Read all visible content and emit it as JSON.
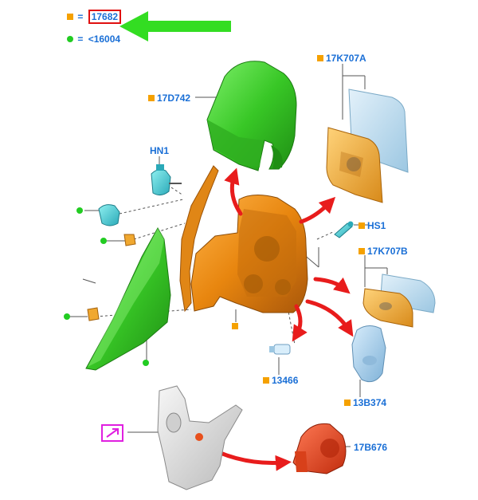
{
  "legend": {
    "row1": {
      "equals": "=",
      "part_number": "17682"
    },
    "row2": {
      "equals": "=",
      "part_number": "<16004"
    }
  },
  "parts": {
    "cover": "17D742",
    "glass_main": "17K707A",
    "motor_hn1": "HN1",
    "screw_hs1": "HS1",
    "glass_secondary": "17K707B",
    "bulb": "13466",
    "lamp": "13B374",
    "actuator": "17B676"
  },
  "colors": {
    "label_blue": "#1a6fd6",
    "part_square_orange": "#f5a100",
    "legend_dot_green": "#22cc22",
    "highlight_red": "#e01010",
    "arrow_green": "#33dd22",
    "arrow_red": "#e81c1c",
    "cover_green": "#3ccd2a",
    "housing_orange": "#e88a10",
    "glass_blue": "#bcdcef",
    "link_icon_magenta": "#e020e0"
  },
  "icons": {
    "indicator_arrow": "green-arrow-icon",
    "link": "external-link-icon"
  }
}
